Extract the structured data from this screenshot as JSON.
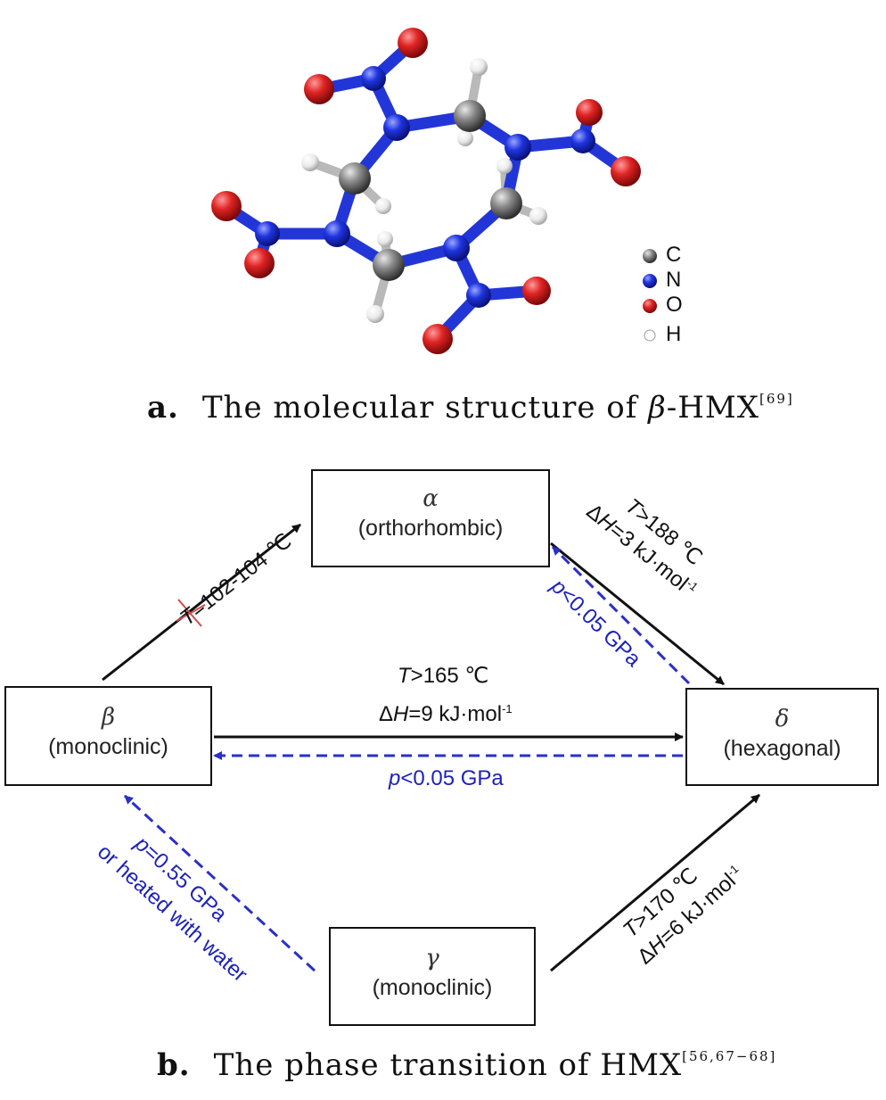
{
  "figure_a": {
    "legend": [
      {
        "symbol": "C",
        "color": "#7d7d7d"
      },
      {
        "symbol": "N",
        "color": "#1a2fd6"
      },
      {
        "symbol": "O",
        "color": "#d61e1e"
      },
      {
        "symbol": "H",
        "color": "#eeeeee"
      }
    ],
    "caption_label": "a.",
    "caption_pre": "The molecular structure of ",
    "caption_beta": "β",
    "caption_post": "-HMX",
    "caption_ref": "[69]"
  },
  "figure_b": {
    "phases": {
      "alpha": {
        "greek": "α",
        "name": "(orthorhombic)"
      },
      "beta": {
        "greek": "β",
        "name": "(monoclinic)"
      },
      "gamma": {
        "greek": "γ",
        "name": "(monoclinic)"
      },
      "delta": {
        "greek": "δ",
        "name": "(hexagonal)"
      }
    },
    "transitions": {
      "beta_alpha": "T=102-104 ℃",
      "alpha_delta_t": "T>188 ℃",
      "alpha_delta_h": "ΔH=3 kJ·mol",
      "alpha_delta_h_sup": "-1",
      "delta_alpha_p": "p<0.05 GPa",
      "beta_delta_t": "T>165 ℃",
      "beta_delta_h": "ΔH=9 kJ·mol",
      "beta_delta_h_sup": "-1",
      "delta_beta_p": "p<0.05 GPa",
      "gamma_beta_p": "p=0.55 GPa",
      "gamma_beta_w": "or heated with water",
      "gamma_delta_t": "T>170 ℃",
      "gamma_delta_h": "ΔH=6 kJ·mol",
      "gamma_delta_h_sup": "-1"
    },
    "caption_label": "b.",
    "caption_text": "The phase transition of HMX",
    "caption_ref": "[56,67−68]"
  },
  "colors": {
    "solid_arrow": "#111111",
    "dashed_arrow": "#2a30c8",
    "cross": "#d04a4a"
  }
}
